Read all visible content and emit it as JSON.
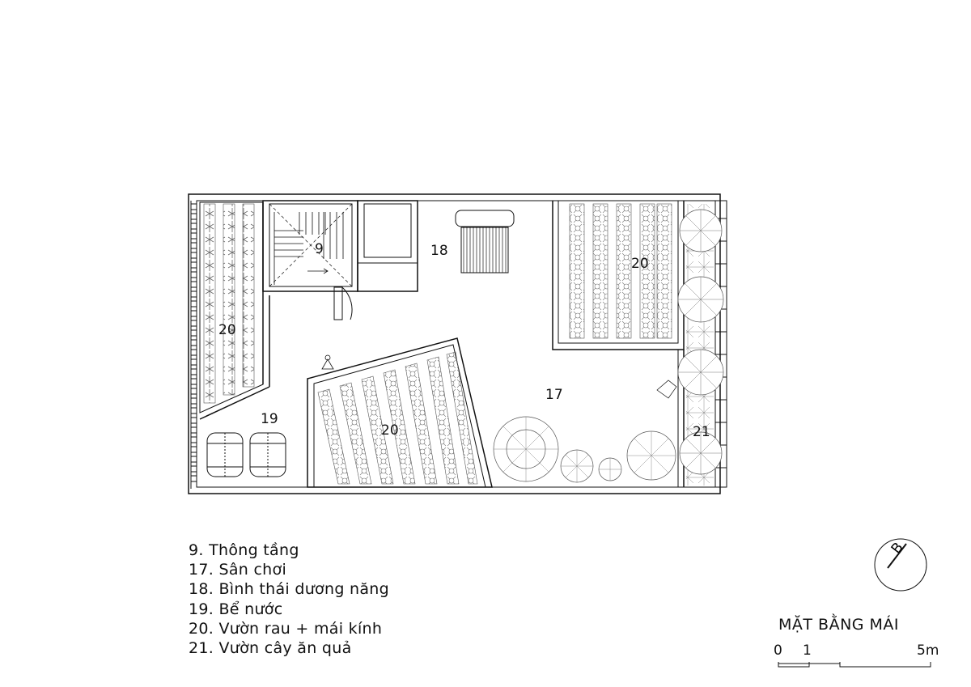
{
  "rooms": [
    {
      "id": "stair-void",
      "label": "9"
    },
    {
      "id": "solar-heater",
      "label": "18"
    },
    {
      "id": "garden-left",
      "label": "20"
    },
    {
      "id": "garden-right",
      "label": "20"
    },
    {
      "id": "garden-center",
      "label": "20"
    },
    {
      "id": "playground",
      "label": "17"
    },
    {
      "id": "water-tank",
      "label": "19"
    },
    {
      "id": "fruit-garden",
      "label": "21"
    }
  ],
  "legend": [
    "9. Thông tầng",
    "17. Sân chơi",
    "18. Bình thái dương năng",
    "19. Bể nước",
    "20. Vườn rau + mái kính",
    "21. Vườn cây ăn quả"
  ],
  "drawing_title": "MẶT BẰNG MÁI",
  "compass": {
    "letter": "B"
  },
  "scale_bar": {
    "labels": [
      "0",
      "1",
      "5m"
    ]
  }
}
